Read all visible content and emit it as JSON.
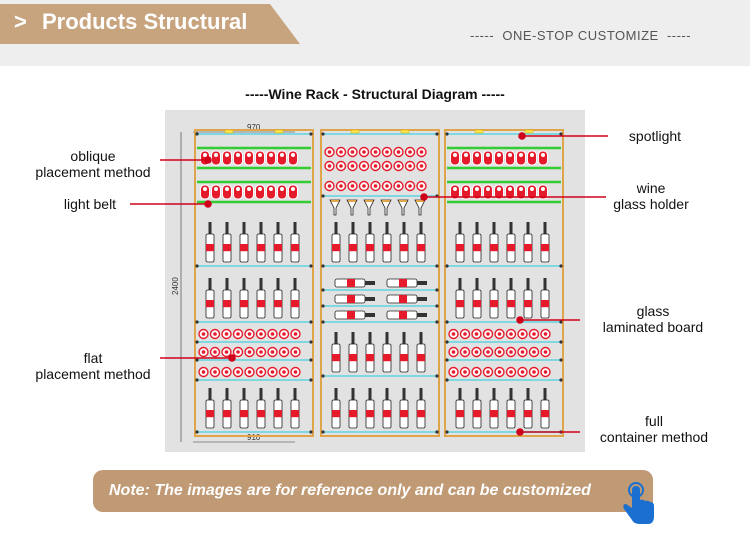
{
  "header": {
    "chevron": ">",
    "title": "Products Structural",
    "slogan": "-----  ONE-STOP CUSTOMIZE  -----"
  },
  "diagram": {
    "title": "-----Wine Rack - Structural Diagram -----",
    "dim_top": "970",
    "dim_bottom": "910",
    "dim_height": "2400"
  },
  "callouts": {
    "oblique": "oblique\nplacement method",
    "light_belt": "light belt",
    "flat": "flat\nplacement method",
    "spotlight": "spotlight",
    "glass_holder": "wine\nglass holder",
    "glass_board": "glass\nlaminated board",
    "full_container": "full\ncontainer method"
  },
  "note": {
    "text": "Note: The images are for reference only and can be customized"
  },
  "colors": {
    "accent": "#c8a47e",
    "note_bg": "#c09a75",
    "hand": "#1a6fd1",
    "callout_line": "#d0021b",
    "bottle_label": "#e51b2b",
    "light_belt": "#33cc33",
    "frame": "#e0a54a"
  }
}
